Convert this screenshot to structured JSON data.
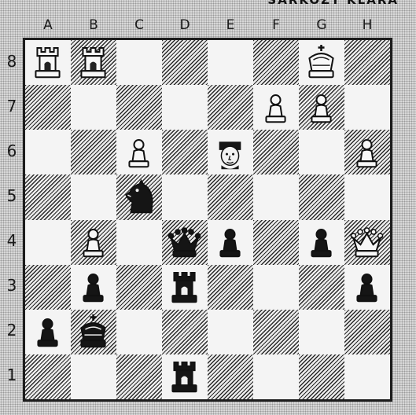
{
  "header": {
    "text": "SARKOZY KLARA"
  },
  "board": {
    "files": [
      "A",
      "B",
      "C",
      "D",
      "E",
      "F",
      "G",
      "H"
    ],
    "ranks": [
      "8",
      "7",
      "6",
      "5",
      "4",
      "3",
      "2",
      "1"
    ],
    "pieces": [
      {
        "square": "a8",
        "type": "rook",
        "color": "white"
      },
      {
        "square": "b8",
        "type": "rook",
        "color": "white"
      },
      {
        "square": "g8",
        "type": "king",
        "color": "white"
      },
      {
        "square": "f7",
        "type": "pawn",
        "color": "white"
      },
      {
        "square": "g7",
        "type": "pawn",
        "color": "white"
      },
      {
        "square": "c6",
        "type": "pawn",
        "color": "white"
      },
      {
        "square": "e6",
        "type": "queen",
        "color": "white",
        "icon": "portrait-icon"
      },
      {
        "square": "h6",
        "type": "pawn",
        "color": "white"
      },
      {
        "square": "c5",
        "type": "knight",
        "color": "black"
      },
      {
        "square": "b4",
        "type": "pawn",
        "color": "white"
      },
      {
        "square": "d4",
        "type": "queen",
        "color": "black"
      },
      {
        "square": "e4",
        "type": "pawn",
        "color": "black"
      },
      {
        "square": "g4",
        "type": "pawn",
        "color": "black"
      },
      {
        "square": "h4",
        "type": "queen",
        "color": "white"
      },
      {
        "square": "b3",
        "type": "pawn",
        "color": "black"
      },
      {
        "square": "d3",
        "type": "rook",
        "color": "black"
      },
      {
        "square": "h3",
        "type": "pawn",
        "color": "black"
      },
      {
        "square": "a2",
        "type": "pawn",
        "color": "black"
      },
      {
        "square": "b2",
        "type": "king",
        "color": "black"
      },
      {
        "square": "d1",
        "type": "rook",
        "color": "black"
      }
    ]
  }
}
